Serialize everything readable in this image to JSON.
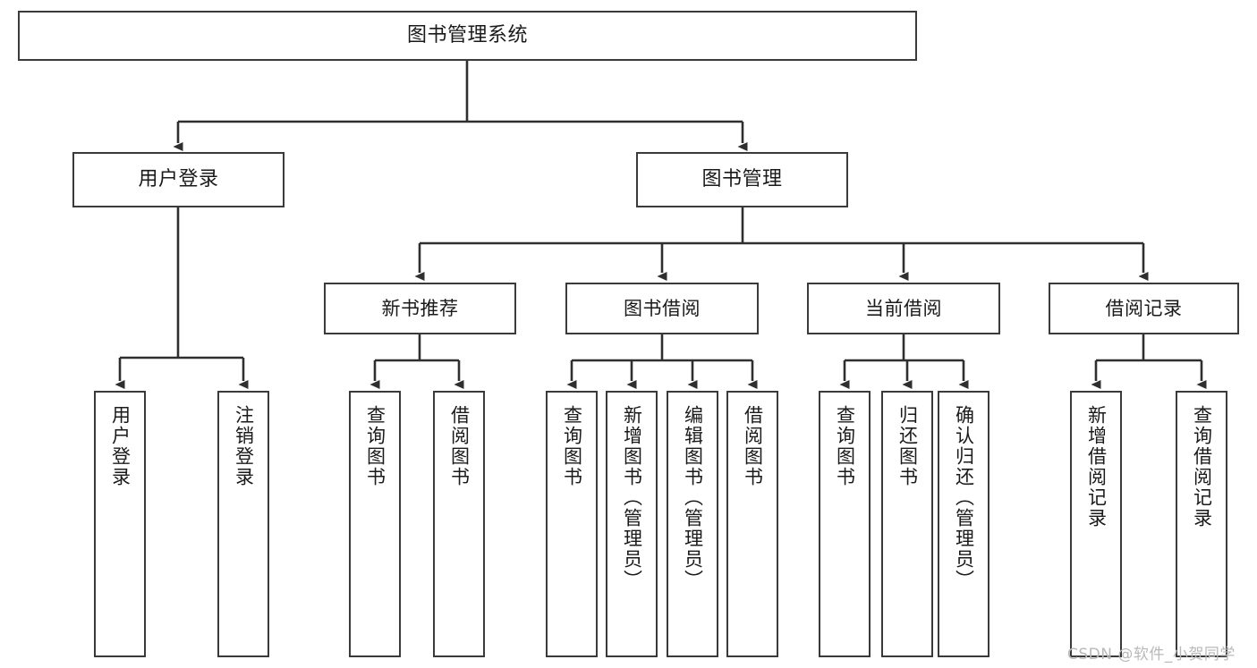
{
  "diagram": {
    "title": "图书管理系统",
    "type": "hierarchy-tree",
    "watermark": "CSDN @软件_小贺同学",
    "colors": {
      "box_border": "#3a3a3a",
      "box_fill": "#ffffff",
      "edge": "#2f2f2f",
      "text": "#1a1a1a",
      "watermark": "#b9b9b9",
      "background": "#ffffff"
    },
    "root": {
      "label": "图书管理系统"
    },
    "level2": [
      {
        "label": "用户登录"
      },
      {
        "label": "图书管理"
      }
    ],
    "level3": [
      {
        "label": "新书推荐"
      },
      {
        "label": "图书借阅"
      },
      {
        "label": "当前借阅"
      },
      {
        "label": "借阅记录"
      }
    ],
    "leaves": {
      "user_login": [
        {
          "label": "用户登录"
        },
        {
          "label": "注销登录"
        }
      ],
      "new_book_recommend": [
        {
          "label": "查询图书"
        },
        {
          "label": "借阅图书"
        }
      ],
      "book_borrow": [
        {
          "label": "查询图书"
        },
        {
          "label": "新增图书（管理员）"
        },
        {
          "label": "编辑图书（管理员）"
        },
        {
          "label": "借阅图书"
        }
      ],
      "current_borrow": [
        {
          "label": "查询图书"
        },
        {
          "label": "归还图书"
        },
        {
          "label": "确认归还（管理员）"
        }
      ],
      "borrow_record": [
        {
          "label": "新增借阅记录"
        },
        {
          "label": "查询借阅记录"
        }
      ]
    }
  }
}
